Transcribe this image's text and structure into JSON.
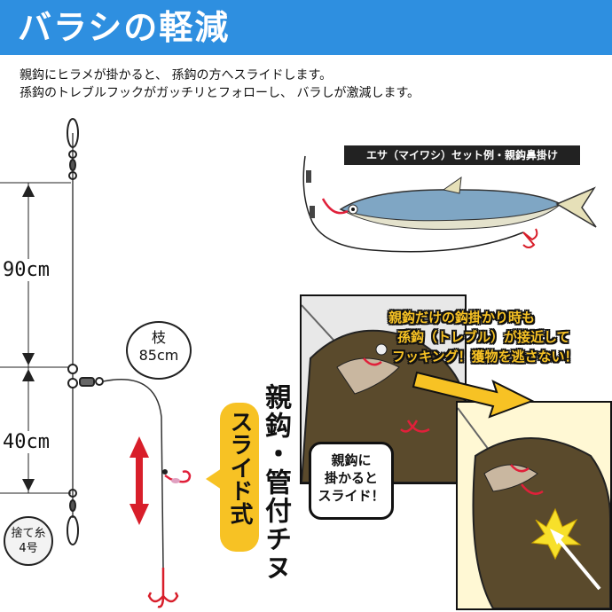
{
  "header": {
    "title": "バラシの軽減",
    "bg_color": "#2e8fe0"
  },
  "description": [
    "親鈎にヒラメが掛かると、 孫鈎の方へスライドします。",
    "孫鈎のトレブルフックがガッチリとフォローし、 バラしが激減します。"
  ],
  "rig": {
    "upper_length": "90cm",
    "lower_length": "40cm",
    "branch": {
      "line1": "枝",
      "line2": "85cm"
    },
    "discard_line": {
      "line1": "捨て糸",
      "line2": "4号"
    },
    "title": "親鈎・管付チヌ",
    "slide_badge": "スライド式",
    "badge_color": "#f7c224",
    "arrow_color": "#d81e2a"
  },
  "bait_example": {
    "label": "エサ（マイワシ）セット例・親鈎鼻掛け",
    "hook_color": "#e0203a"
  },
  "illustration": {
    "callout": [
      "親鈎だけの鈎掛かり時も",
      "孫鈎（トレブル）が接近して",
      "フッキング！獲物を逃さない！"
    ],
    "bubble": [
      "親鈎に",
      "掛かると",
      "スライド！"
    ],
    "callout_color": "#f7c224"
  }
}
